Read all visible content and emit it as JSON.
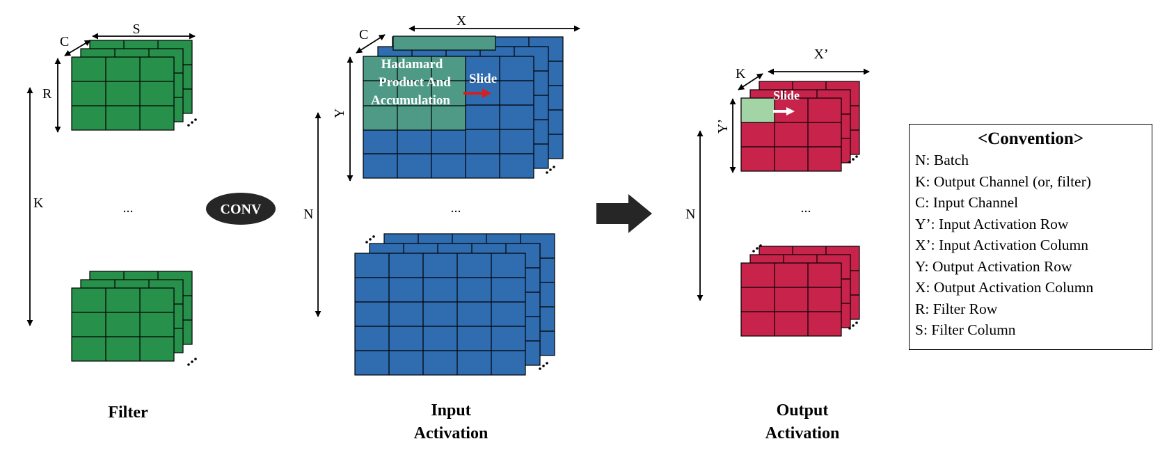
{
  "diagram": {
    "conv_label": "CONV",
    "ellipsis": "...",
    "filter": {
      "caption": "Filter",
      "label_s": "S",
      "label_c": "C",
      "label_r": "R",
      "label_k": "K"
    },
    "input": {
      "caption_line1": "Input",
      "caption_line2": "Activation",
      "label_x": "X",
      "label_c": "C",
      "label_y": "Y",
      "label_n": "N",
      "hadamard_line1": "Hadamard",
      "hadamard_line2": "Product And",
      "hadamard_line3": "Accumulation",
      "slide_label": "Slide"
    },
    "output": {
      "caption_line1": "Output",
      "caption_line2": "Activation",
      "label_x": "X’",
      "label_k": "K",
      "label_y": "Y’",
      "label_n": "N",
      "slide_label": "Slide"
    },
    "colors": {
      "filter": "#27904a",
      "input": "#2f6cb0",
      "output": "#c7234b",
      "hadamard": "#4e9a87",
      "output_highlight": "#a3d4a6",
      "slide_arrow_input": "#d42020",
      "slide_arrow_output": "#ffffff"
    }
  },
  "convention": {
    "title": "<Convention>",
    "items": [
      "N: Batch",
      "K: Output Channel (or, filter)",
      "C: Input Channel",
      "Y’: Input Activation Row",
      "X’: Input Activation Column",
      "Y: Output Activation Row",
      "X: Output Activation Column",
      "R: Filter Row",
      "S: Filter Column"
    ]
  }
}
